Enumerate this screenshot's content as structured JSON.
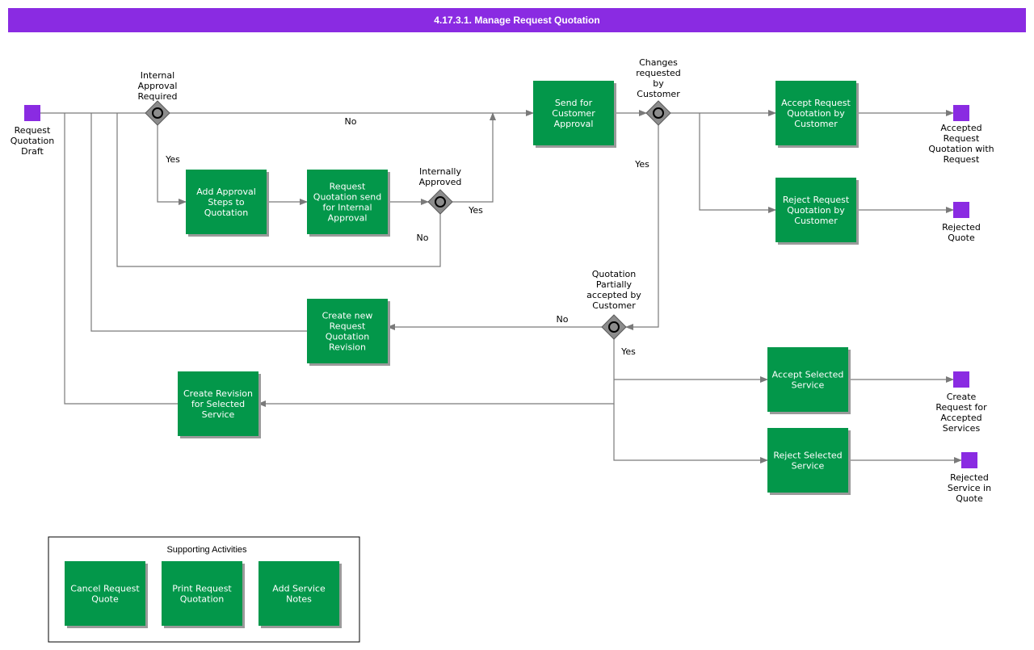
{
  "title": "4.17.3.1. Manage Request Quotation",
  "colors": {
    "banner": "#8a2be2",
    "task": "#03974a",
    "event": "#8a2be2",
    "gateway": "#8c8c8c",
    "edge": "#7a7a7a"
  },
  "events": [
    {
      "id": "start",
      "label": "Request\nQuotation\nDraft"
    },
    {
      "id": "end-accepted",
      "label": "Accepted\nRequest\nQuotation with\nRequest"
    },
    {
      "id": "end-rejected",
      "label": "Rejected\nQuote"
    },
    {
      "id": "end-create-request",
      "label": "Create\nRequest for\nAccepted\nServices"
    },
    {
      "id": "end-rejected-service",
      "label": "Rejected\nService in\nQuote"
    }
  ],
  "gateways": [
    {
      "id": "gw-internal",
      "label": "Internal\nApproval\nRequired"
    },
    {
      "id": "gw-approved",
      "label": "Internally\nApproved"
    },
    {
      "id": "gw-changes",
      "label": "Changes\nrequested\nby\nCustomer"
    },
    {
      "id": "gw-partial",
      "label": "Quotation\nPartially\naccepted by\nCustomer"
    }
  ],
  "tasks": [
    {
      "id": "add-approval-steps",
      "label": "Add Approval\nSteps to\nQuotation"
    },
    {
      "id": "request-internal-approval",
      "label": "Request\nQuotation send\nfor Internal\nApproval"
    },
    {
      "id": "send-customer-approval",
      "label": "Send for\nCustomer\nApproval"
    },
    {
      "id": "accept-request-quotation",
      "label": "Accept Request\nQuotation by\nCustomer"
    },
    {
      "id": "reject-request-quotation",
      "label": "Reject Request\nQuotation by\nCustomer"
    },
    {
      "id": "create-new-revision",
      "label": "Create new\nRequest\nQuotation\nRevision"
    },
    {
      "id": "create-revision-selected",
      "label": "Create Revision\nfor Selected\nService"
    },
    {
      "id": "accept-selected-service",
      "label": "Accept Selected\nService"
    },
    {
      "id": "reject-selected-service",
      "label": "Reject Selected\nService"
    }
  ],
  "edge_labels": [
    {
      "id": "internal-no",
      "text": "No"
    },
    {
      "id": "internal-yes",
      "text": "Yes"
    },
    {
      "id": "approved-yes",
      "text": "Yes"
    },
    {
      "id": "approved-no",
      "text": "No"
    },
    {
      "id": "changes-yes",
      "text": "Yes"
    },
    {
      "id": "partial-no",
      "text": "No"
    },
    {
      "id": "partial-yes",
      "text": "Yes"
    }
  ],
  "supporting": {
    "title": "Supporting Activities",
    "items": [
      {
        "id": "cancel-request-quote",
        "label": "Cancel Request\nQuote"
      },
      {
        "id": "print-request-quotation",
        "label": "Print Request\nQuotation"
      },
      {
        "id": "add-service-notes",
        "label": "Add Service\nNotes"
      }
    ]
  }
}
